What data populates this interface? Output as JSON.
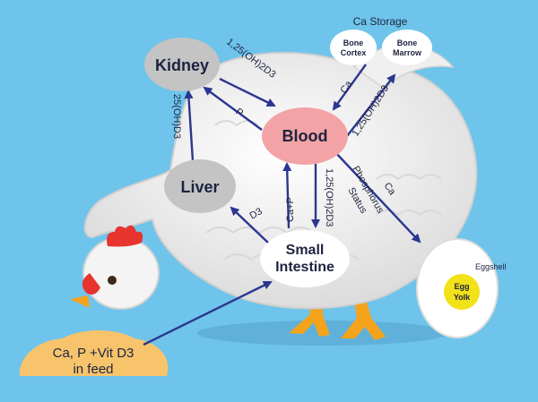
{
  "nodes": {
    "kidney": "Kidney",
    "blood": "Blood",
    "liver": "Liver",
    "intestine_line1": "Small",
    "intestine_line2": "Intestine",
    "bone_cortex_line1": "Bone",
    "bone_cortex_line2": "Cortex",
    "bone_marrow_line1": "Bone",
    "bone_marrow_line2": "Marrow",
    "egg_yolk_line1": "Egg",
    "egg_yolk_line2": "Yolk",
    "feed_line1": "Ca, P +Vit D3",
    "feed_line2": "in feed"
  },
  "labels": {
    "ca_storage": "Ca Storage",
    "eggshell": "Eggshell",
    "kidney_to_blood": "1,25(OH)2D3",
    "blood_to_kidney": "P",
    "liver_to_kidney": "25(OH)D3",
    "intestine_to_liver": "D3",
    "intestine_to_blood": "Ca+P",
    "blood_to_intestine": "1,25(OH)2D3",
    "blood_to_egg_1": "Ca",
    "blood_to_egg_2": "Phosphorus",
    "blood_to_egg_3": "Status",
    "bone_to_blood": "Ca",
    "blood_to_bone": "1,25(OH)2D3"
  },
  "colors": {
    "background": "#6ec4ea",
    "arrow": "#2b3690",
    "blood_node": "#f3a3a6",
    "grey_node": "#c4c4c4",
    "feed": "#f7c46c",
    "comb": "#e8342f",
    "beak": "#f4a31b",
    "yolk": "#f1e21a"
  }
}
